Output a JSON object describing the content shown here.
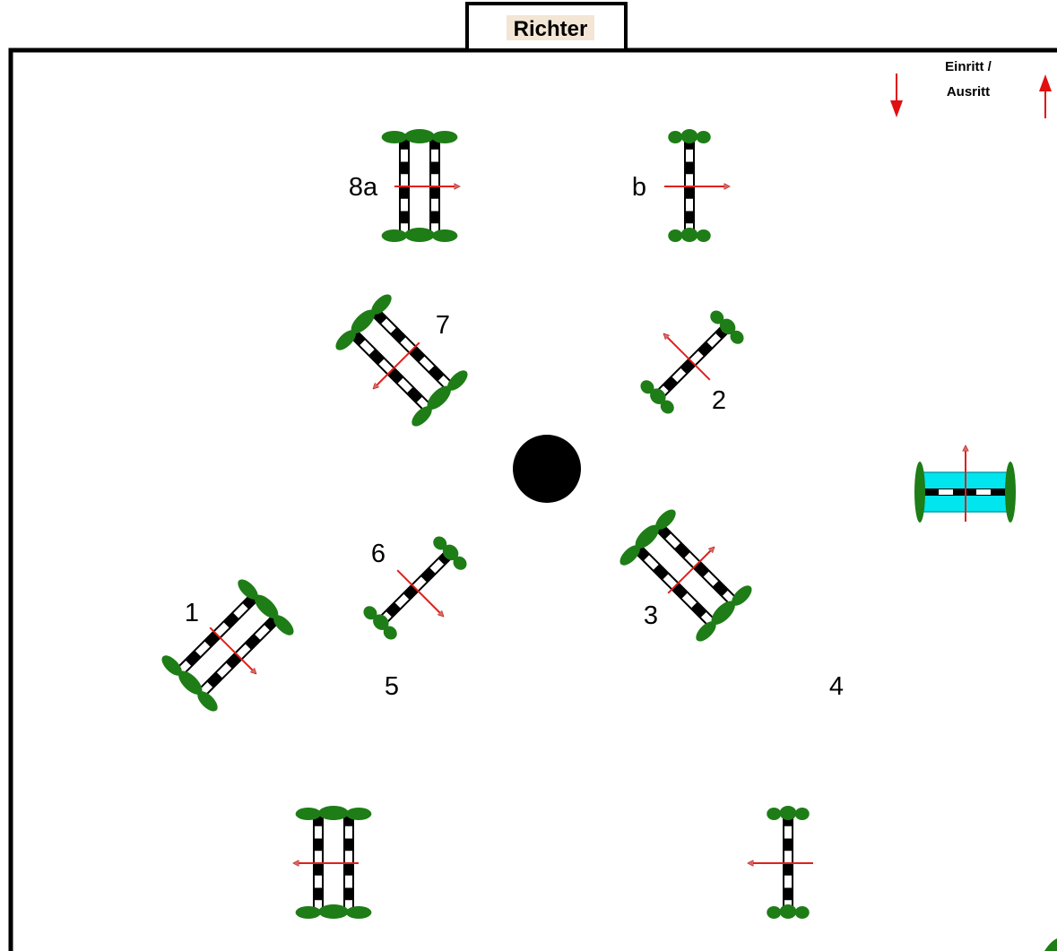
{
  "judge_box": {
    "label": "Richter"
  },
  "entry_exit": {
    "label_line1": "Einritt /",
    "label_line2": "Ausritt"
  },
  "obstacle_labels": {
    "j8a": "8a",
    "jb": "b",
    "j7": "7",
    "j2": "2",
    "j6": "6",
    "j3": "3",
    "j1": "1",
    "j5": "5",
    "j4": "4"
  },
  "colors": {
    "arena_border": "#000000",
    "hedge": "#1e7d16",
    "hedge_dark": "#0f5a0b",
    "direction_arrow": "#e0201a",
    "arrow_head": "#d46a6a",
    "water": "#00e5ee",
    "richter_bg": "#f3e6d4"
  },
  "icons": {
    "center_marker": "filled-circle",
    "entry_arrow": "down-arrow",
    "exit_arrow": "up-arrow"
  }
}
